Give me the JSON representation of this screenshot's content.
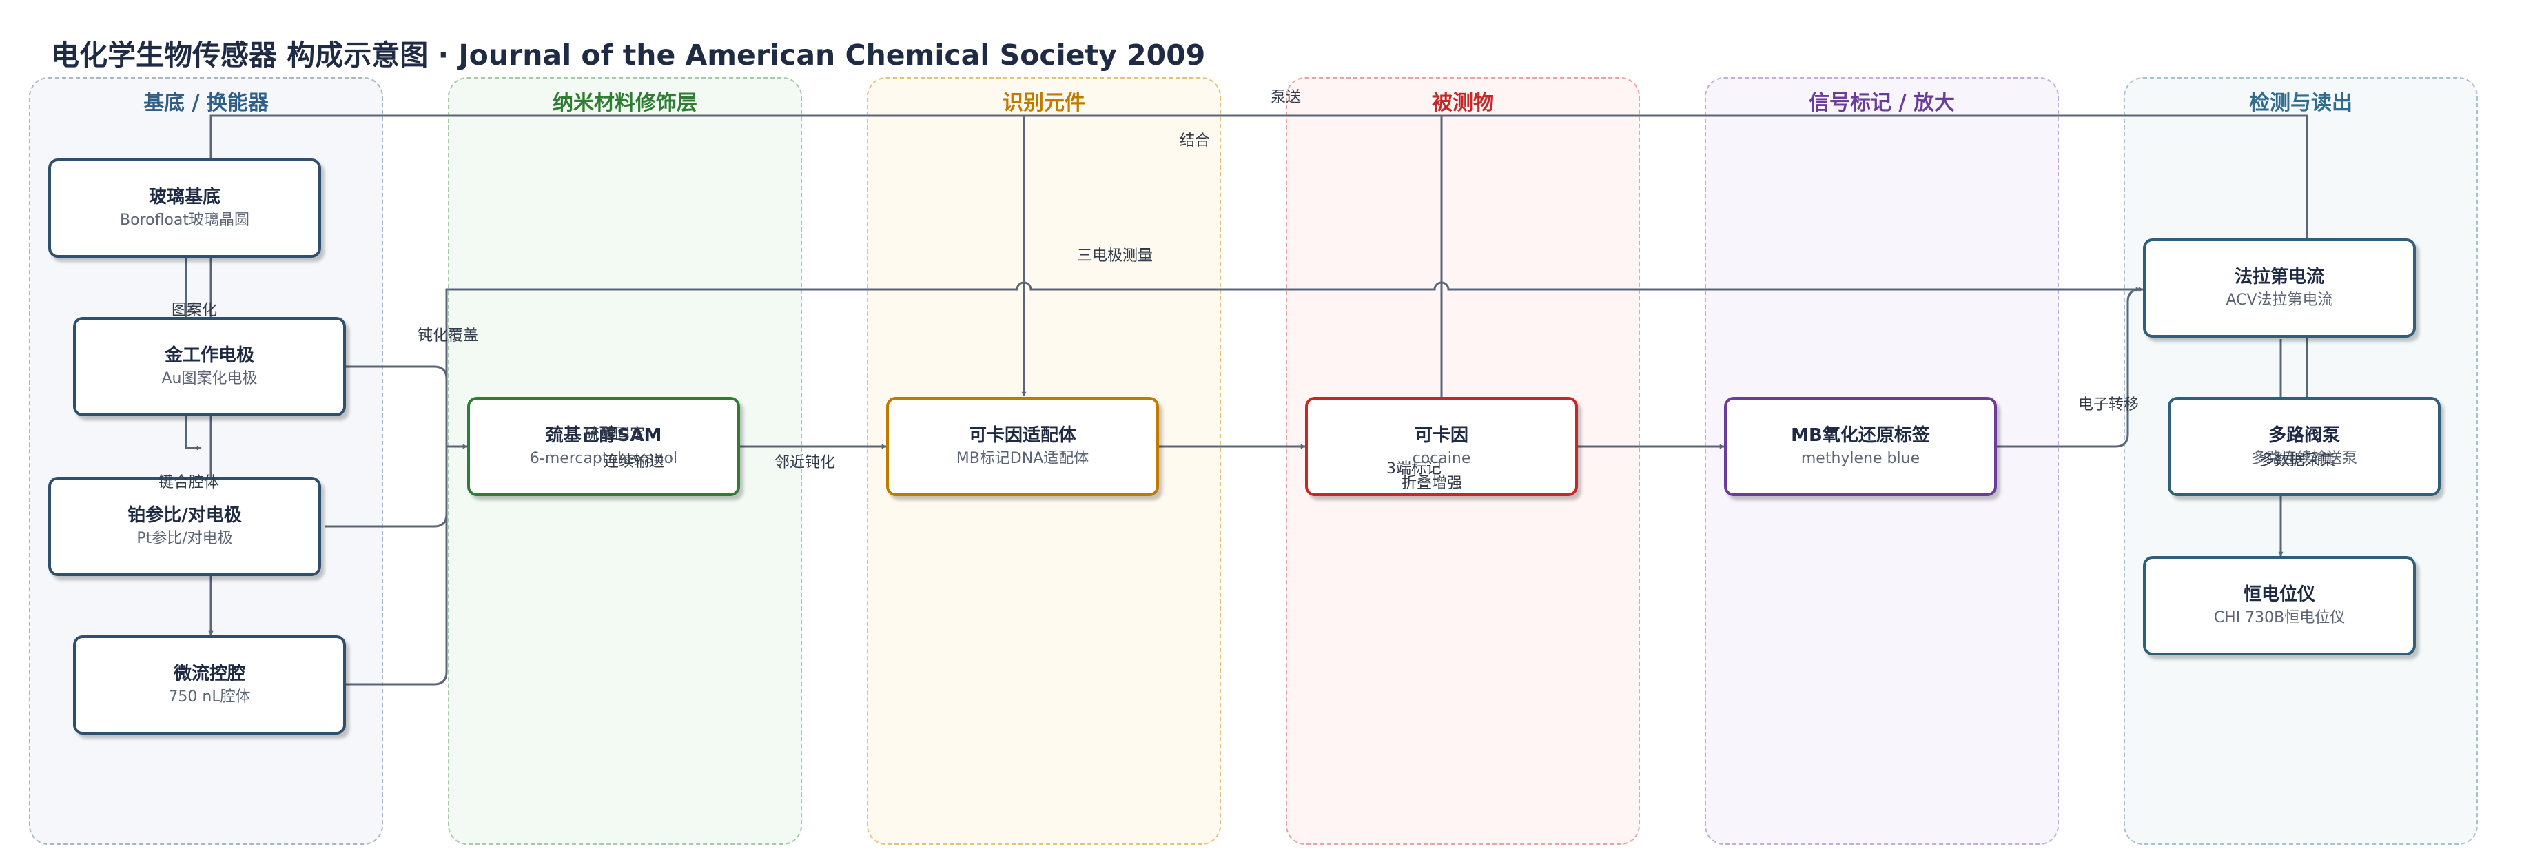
{
  "title": "电化学生物传感器 构成示意图 · Journal of the American Chemical Society 2009",
  "lanes": [
    {
      "title": "基底 / 换能器",
      "color": "#2f5f86",
      "bg": "#f5f7fb",
      "border": "#a9b6c8"
    },
    {
      "title": "纳米材料修饰层",
      "color": "#2e7d32",
      "bg": "#f3f9f3",
      "border": "#a7c9a9"
    },
    {
      "title": "识别元件",
      "color": "#c07a00",
      "bg": "#fffaf0",
      "border": "#e5c17c"
    },
    {
      "title": "被测物",
      "color": "#c62828",
      "bg": "#fff5f5",
      "border": "#e8a3a3"
    },
    {
      "title": "信号标记 / 放大",
      "color": "#6a3d9a",
      "bg": "#f8f5fc",
      "border": "#c3add9"
    },
    {
      "title": "检测与读出",
      "color": "#2f6b8a",
      "bg": "#f5f9fa",
      "border": "#a9c2cf"
    }
  ],
  "nodes": {
    "glass": {
      "name": "玻璃基底",
      "sub": "Borofloat玻璃晶圆",
      "border": "#2f4f6f"
    },
    "gold": {
      "name": "金工作电极",
      "sub": "Au图案化电极",
      "border": "#2f4f6f"
    },
    "pt": {
      "name": "铂参比/对电极",
      "sub": "Pt参比/对电极",
      "border": "#2f4f6f"
    },
    "micro": {
      "name": "微流控腔",
      "sub": "750 nL腔体",
      "border": "#2f4f6f"
    },
    "sam": {
      "name": "巯基己醇SAM",
      "sub": "6-mercaptohexanol",
      "border": "#2e7d32"
    },
    "aptamer": {
      "name": "可卡因适配体",
      "sub": "MB标记DNA适配体",
      "border": "#c07a00"
    },
    "cocaine": {
      "name": "可卡因",
      "sub": "cocaine",
      "border": "#c62828"
    },
    "mb": {
      "name": "MB氧化还原标签",
      "sub": "methylene blue",
      "border": "#6a3d9a"
    },
    "faradaic": {
      "name": "法拉第电流",
      "sub": "ACV法拉第电流",
      "border": "#2f5f7a"
    },
    "pump": {
      "name": "多路阀泵",
      "sub": "多路连续输送泵",
      "border": "#2f5f7a"
    },
    "potentiostat": {
      "name": "恒电位仪",
      "sub": "CHI 730B恒电位仪",
      "border": "#2f5f7a"
    }
  },
  "edge_labels": {
    "patterning": "图案化",
    "bonding": "键合腔体",
    "passivation": "钝化覆盖",
    "thiol": "硫醇固定",
    "continuous": "连续输送",
    "adjacent": "邻近钝化",
    "binding": "结合",
    "pumping": "泵送",
    "three_electrode": "三电极测量",
    "labeling": "3端标记",
    "fold": "折叠增强",
    "electron": "电子转移",
    "collect": "多数据采集"
  }
}
